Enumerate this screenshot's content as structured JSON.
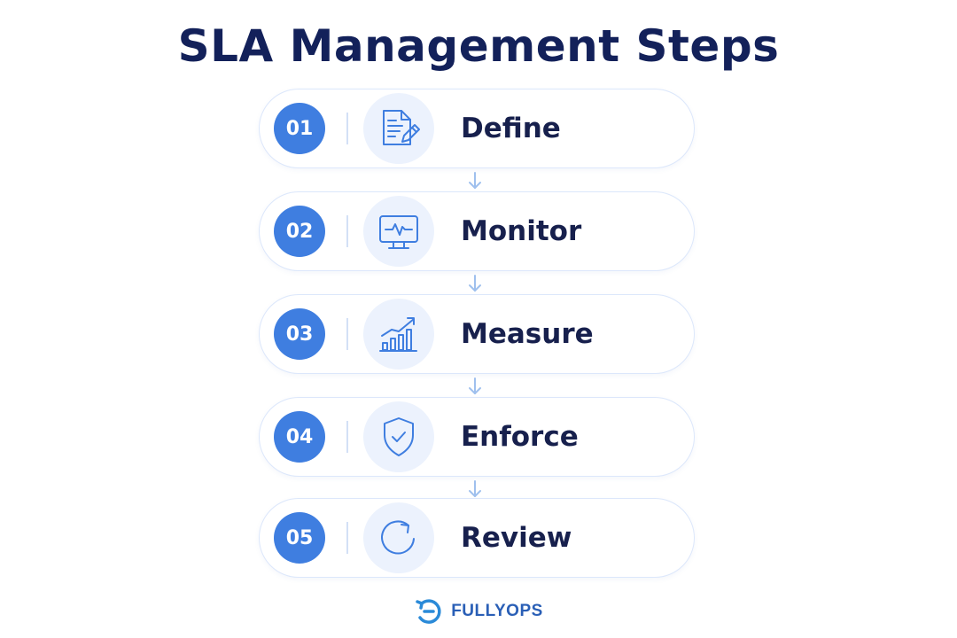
{
  "title": "SLA Management Steps",
  "steps": [
    {
      "number": "01",
      "label": "Define",
      "icon": "document-edit-icon"
    },
    {
      "number": "02",
      "label": "Monitor",
      "icon": "monitor-pulse-icon"
    },
    {
      "number": "03",
      "label": "Measure",
      "icon": "growth-chart-icon"
    },
    {
      "number": "04",
      "label": "Enforce",
      "icon": "shield-check-icon"
    },
    {
      "number": "05",
      "label": "Review",
      "icon": "refresh-icon"
    }
  ],
  "brand": {
    "name": "FULLYOPS",
    "icon": "fullyops-logo-icon"
  },
  "colors": {
    "title": "#13215a",
    "accent": "#3f7ee0",
    "icon_bg": "#ecf2fd",
    "border": "#dce7fb",
    "label": "#17204d",
    "arrow": "#9fc0ee"
  }
}
